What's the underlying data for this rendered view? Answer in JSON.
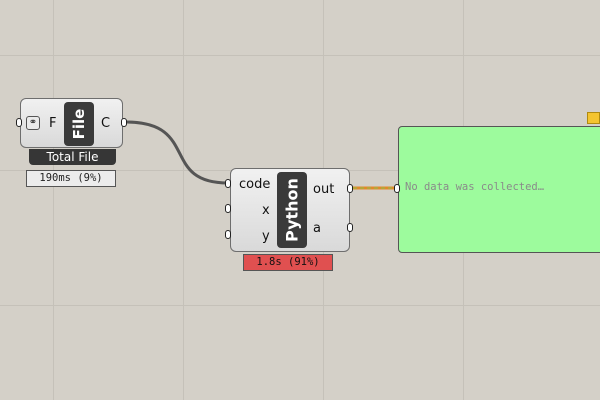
{
  "file_component": {
    "name": "File",
    "input": "F",
    "output": "C",
    "caption": "Total File",
    "profiler": "190ms (9%)"
  },
  "python_component": {
    "name": "Python",
    "inputs": [
      "code",
      "x",
      "y"
    ],
    "outputs": [
      "out",
      "a"
    ],
    "profiler": "1.8s (91%)"
  },
  "panel": {
    "text": "No data was collected…",
    "color": "#9dfb9d"
  },
  "colors": {
    "canvas": "#d4d0c8",
    "profiler_warning": "#e05050",
    "wire": "#555555"
  },
  "icons": [
    "link-icon",
    "bookmark-flag-icon"
  ]
}
